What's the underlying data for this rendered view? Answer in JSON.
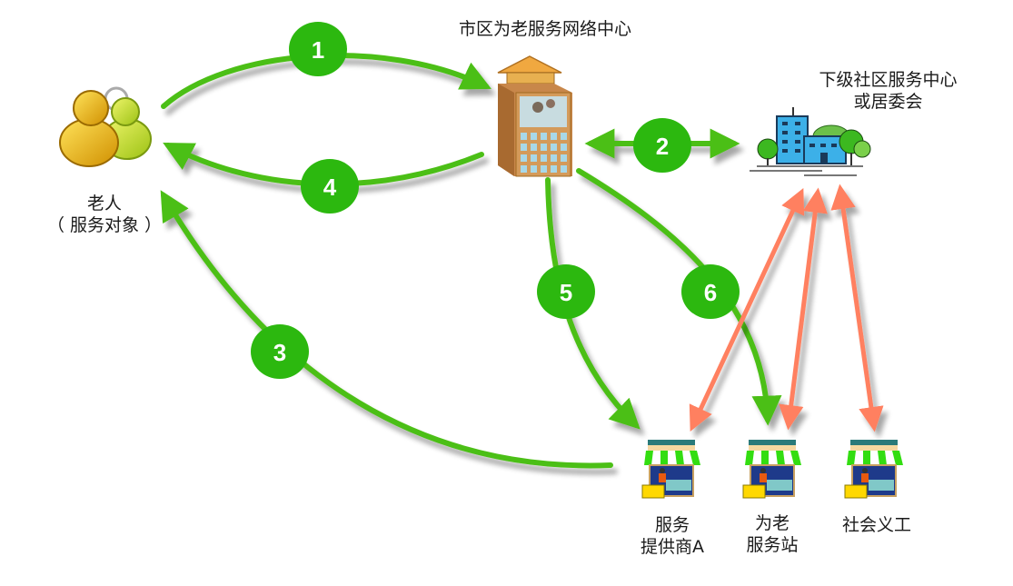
{
  "colors": {
    "flow_green": "#4cbf14",
    "badge_green": "#2cb80f",
    "link_orange": "#ff8060",
    "text": "#1a1a1a"
  },
  "nodes": {
    "elderly": {
      "icon": "people-icon",
      "line1": "老人",
      "line2": "（ 服务对象 ）"
    },
    "center": {
      "icon": "office-tower-icon",
      "title": "市区为老服务网络中心"
    },
    "community": {
      "icon": "community-building-icon",
      "line1": "下级社区服务中心",
      "line2": "或居委会"
    },
    "provider_a": {
      "icon": "shop-icon",
      "line1": "服务",
      "line2": "提供商A"
    },
    "service_station": {
      "icon": "shop-icon",
      "line1": "为老",
      "line2": "服务站"
    },
    "volunteers": {
      "icon": "shop-icon",
      "line1": "社会义工"
    }
  },
  "flows": [
    {
      "step": "1",
      "from": "elderly",
      "to": "center",
      "direction": "one-way"
    },
    {
      "step": "2",
      "from": "center",
      "to": "community",
      "direction": "two-way"
    },
    {
      "step": "3",
      "from": "provider_a",
      "to": "elderly",
      "direction": "one-way"
    },
    {
      "step": "4",
      "from": "center",
      "to": "elderly",
      "direction": "one-way"
    },
    {
      "step": "5",
      "from": "center",
      "to": "provider_a",
      "direction": "one-way"
    },
    {
      "step": "6",
      "from": "center",
      "to": "service_station",
      "direction": "one-way"
    }
  ],
  "links": [
    {
      "from": "community",
      "to": "provider_a",
      "direction": "two-way"
    },
    {
      "from": "community",
      "to": "service_station",
      "direction": "two-way"
    },
    {
      "from": "community",
      "to": "volunteers",
      "direction": "two-way"
    }
  ]
}
